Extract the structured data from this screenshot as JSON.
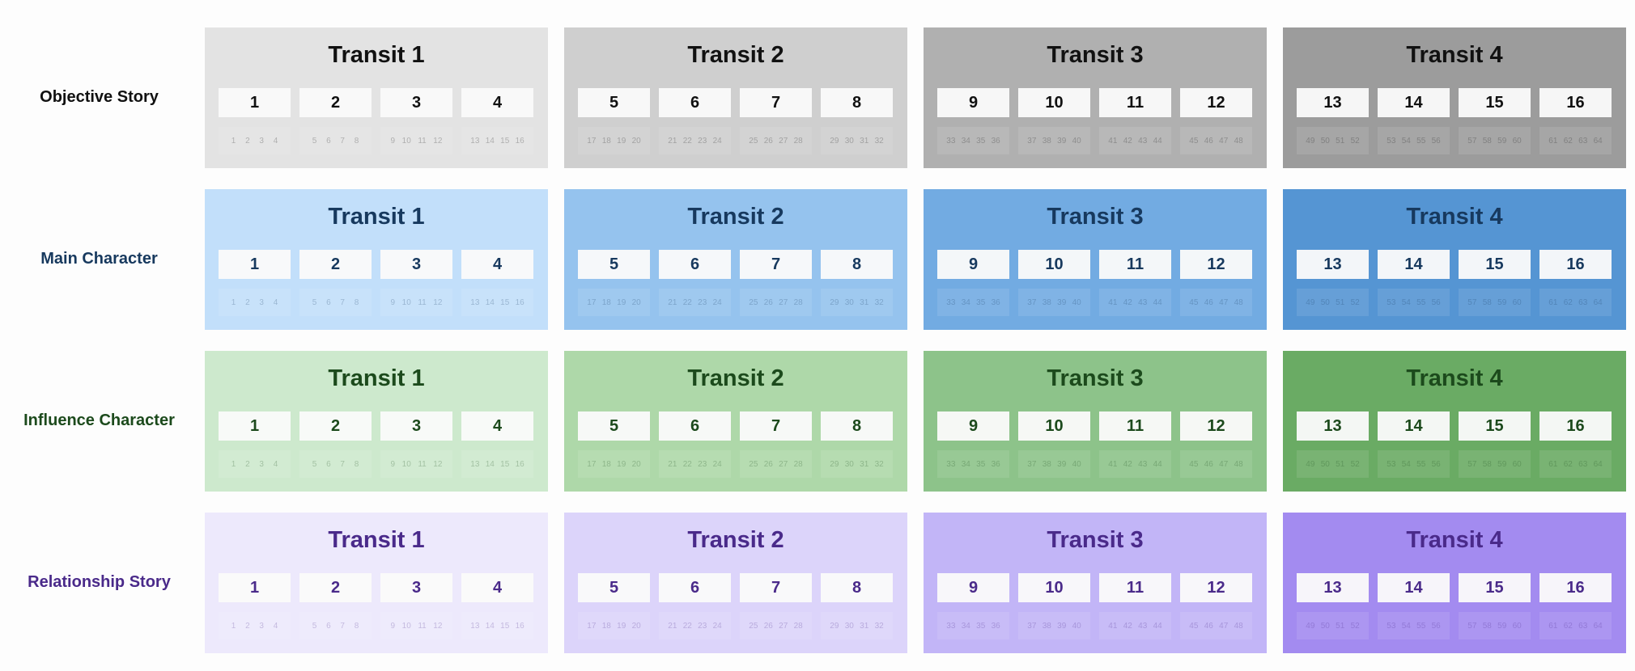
{
  "rows": [
    {
      "label": "Objective Story",
      "label_color": "#111111",
      "text_color": "#111111",
      "transits": [
        {
          "title": "Transit 1",
          "bg": "#e3e3e3",
          "numbers": [
            "1",
            "2",
            "3",
            "4"
          ],
          "subs": [
            [
              "1",
              "2",
              "3",
              "4"
            ],
            [
              "5",
              "6",
              "7",
              "8"
            ],
            [
              "9",
              "10",
              "11",
              "12"
            ],
            [
              "13",
              "14",
              "15",
              "16"
            ]
          ]
        },
        {
          "title": "Transit 2",
          "bg": "#cfcfcf",
          "numbers": [
            "5",
            "6",
            "7",
            "8"
          ],
          "subs": [
            [
              "17",
              "18",
              "19",
              "20"
            ],
            [
              "21",
              "22",
              "23",
              "24"
            ],
            [
              "25",
              "26",
              "27",
              "28"
            ],
            [
              "29",
              "30",
              "31",
              "32"
            ]
          ]
        },
        {
          "title": "Transit 3",
          "bg": "#b0b0b0",
          "numbers": [
            "9",
            "10",
            "11",
            "12"
          ],
          "subs": [
            [
              "33",
              "34",
              "35",
              "36"
            ],
            [
              "37",
              "38",
              "39",
              "40"
            ],
            [
              "41",
              "42",
              "43",
              "44"
            ],
            [
              "45",
              "46",
              "47",
              "48"
            ]
          ]
        },
        {
          "title": "Transit 4",
          "bg": "#9c9c9c",
          "numbers": [
            "13",
            "14",
            "15",
            "16"
          ],
          "subs": [
            [
              "49",
              "50",
              "51",
              "52"
            ],
            [
              "53",
              "54",
              "55",
              "56"
            ],
            [
              "57",
              "58",
              "59",
              "60"
            ],
            [
              "61",
              "62",
              "63",
              "64"
            ]
          ]
        }
      ]
    },
    {
      "label": "Main Character",
      "label_color": "#17395e",
      "text_color": "#17395e",
      "transits": [
        {
          "title": "Transit 1",
          "bg": "#c2dffa",
          "numbers": [
            "1",
            "2",
            "3",
            "4"
          ],
          "subs": [
            [
              "1",
              "2",
              "3",
              "4"
            ],
            [
              "5",
              "6",
              "7",
              "8"
            ],
            [
              "9",
              "10",
              "11",
              "12"
            ],
            [
              "13",
              "14",
              "15",
              "16"
            ]
          ]
        },
        {
          "title": "Transit 2",
          "bg": "#95c3ee",
          "numbers": [
            "5",
            "6",
            "7",
            "8"
          ],
          "subs": [
            [
              "17",
              "18",
              "19",
              "20"
            ],
            [
              "21",
              "22",
              "23",
              "24"
            ],
            [
              "25",
              "26",
              "27",
              "28"
            ],
            [
              "29",
              "30",
              "31",
              "32"
            ]
          ]
        },
        {
          "title": "Transit 3",
          "bg": "#72abe2",
          "numbers": [
            "9",
            "10",
            "11",
            "12"
          ],
          "subs": [
            [
              "33",
              "34",
              "35",
              "36"
            ],
            [
              "37",
              "38",
              "39",
              "40"
            ],
            [
              "41",
              "42",
              "43",
              "44"
            ],
            [
              "45",
              "46",
              "47",
              "48"
            ]
          ]
        },
        {
          "title": "Transit 4",
          "bg": "#5595d3",
          "numbers": [
            "13",
            "14",
            "15",
            "16"
          ],
          "subs": [
            [
              "49",
              "50",
              "51",
              "52"
            ],
            [
              "53",
              "54",
              "55",
              "56"
            ],
            [
              "57",
              "58",
              "59",
              "60"
            ],
            [
              "61",
              "62",
              "63",
              "64"
            ]
          ]
        }
      ]
    },
    {
      "label": "Influence Character",
      "label_color": "#1c4a1c",
      "text_color": "#1c4a1c",
      "transits": [
        {
          "title": "Transit 1",
          "bg": "#cde9cd",
          "numbers": [
            "1",
            "2",
            "3",
            "4"
          ],
          "subs": [
            [
              "1",
              "2",
              "3",
              "4"
            ],
            [
              "5",
              "6",
              "7",
              "8"
            ],
            [
              "9",
              "10",
              "11",
              "12"
            ],
            [
              "13",
              "14",
              "15",
              "16"
            ]
          ]
        },
        {
          "title": "Transit 2",
          "bg": "#aed8a9",
          "numbers": [
            "5",
            "6",
            "7",
            "8"
          ],
          "subs": [
            [
              "17",
              "18",
              "19",
              "20"
            ],
            [
              "21",
              "22",
              "23",
              "24"
            ],
            [
              "25",
              "26",
              "27",
              "28"
            ],
            [
              "29",
              "30",
              "31",
              "32"
            ]
          ]
        },
        {
          "title": "Transit 3",
          "bg": "#8dc38a",
          "numbers": [
            "9",
            "10",
            "11",
            "12"
          ],
          "subs": [
            [
              "33",
              "34",
              "35",
              "36"
            ],
            [
              "37",
              "38",
              "39",
              "40"
            ],
            [
              "41",
              "42",
              "43",
              "44"
            ],
            [
              "45",
              "46",
              "47",
              "48"
            ]
          ]
        },
        {
          "title": "Transit 4",
          "bg": "#6aab64",
          "numbers": [
            "13",
            "14",
            "15",
            "16"
          ],
          "subs": [
            [
              "49",
              "50",
              "51",
              "52"
            ],
            [
              "53",
              "54",
              "55",
              "56"
            ],
            [
              "57",
              "58",
              "59",
              "60"
            ],
            [
              "61",
              "62",
              "63",
              "64"
            ]
          ]
        }
      ]
    },
    {
      "label": "Relationship Story",
      "label_color": "#4a2a8a",
      "text_color": "#4a2a8a",
      "transits": [
        {
          "title": "Transit 1",
          "bg": "#ede9fc",
          "numbers": [
            "1",
            "2",
            "3",
            "4"
          ],
          "subs": [
            [
              "1",
              "2",
              "3",
              "4"
            ],
            [
              "5",
              "6",
              "7",
              "8"
            ],
            [
              "9",
              "10",
              "11",
              "12"
            ],
            [
              "13",
              "14",
              "15",
              "16"
            ]
          ]
        },
        {
          "title": "Transit 2",
          "bg": "#dcd4fa",
          "numbers": [
            "5",
            "6",
            "7",
            "8"
          ],
          "subs": [
            [
              "17",
              "18",
              "19",
              "20"
            ],
            [
              "21",
              "22",
              "23",
              "24"
            ],
            [
              "25",
              "26",
              "27",
              "28"
            ],
            [
              "29",
              "30",
              "31",
              "32"
            ]
          ]
        },
        {
          "title": "Transit 3",
          "bg": "#c2b5f7",
          "numbers": [
            "9",
            "10",
            "11",
            "12"
          ],
          "subs": [
            [
              "33",
              "34",
              "35",
              "36"
            ],
            [
              "37",
              "38",
              "39",
              "40"
            ],
            [
              "41",
              "42",
              "43",
              "44"
            ],
            [
              "45",
              "46",
              "47",
              "48"
            ]
          ]
        },
        {
          "title": "Transit 4",
          "bg": "#a38bf0",
          "numbers": [
            "13",
            "14",
            "15",
            "16"
          ],
          "subs": [
            [
              "49",
              "50",
              "51",
              "52"
            ],
            [
              "53",
              "54",
              "55",
              "56"
            ],
            [
              "57",
              "58",
              "59",
              "60"
            ],
            [
              "61",
              "62",
              "63",
              "64"
            ]
          ]
        }
      ]
    }
  ]
}
